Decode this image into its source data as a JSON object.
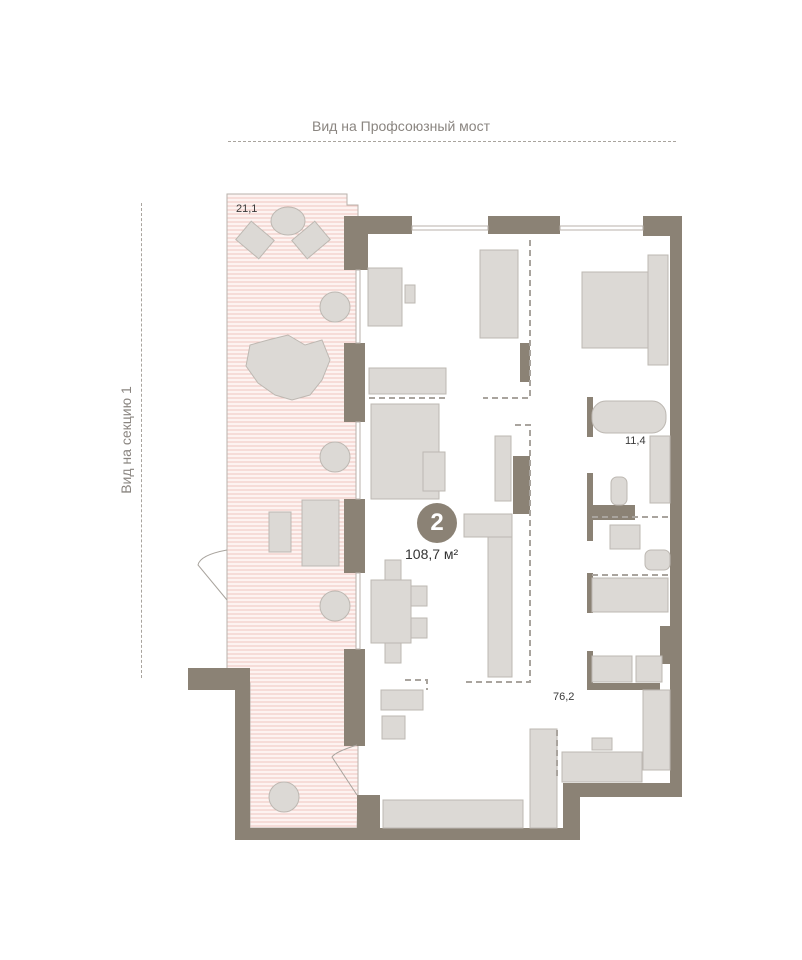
{
  "views": {
    "top": "Вид на Профсоюзный мост",
    "left": "Вид на секцию 1"
  },
  "apartment": {
    "rooms": "2",
    "total_area": "108,7 м²"
  },
  "areas": {
    "balcony": "21,1",
    "bathroom": "11,4",
    "main": "76,2"
  },
  "colors": {
    "wall": "#8b8275",
    "furniture": "#dcd9d5",
    "balcony_hatch": "#efc6bf"
  }
}
